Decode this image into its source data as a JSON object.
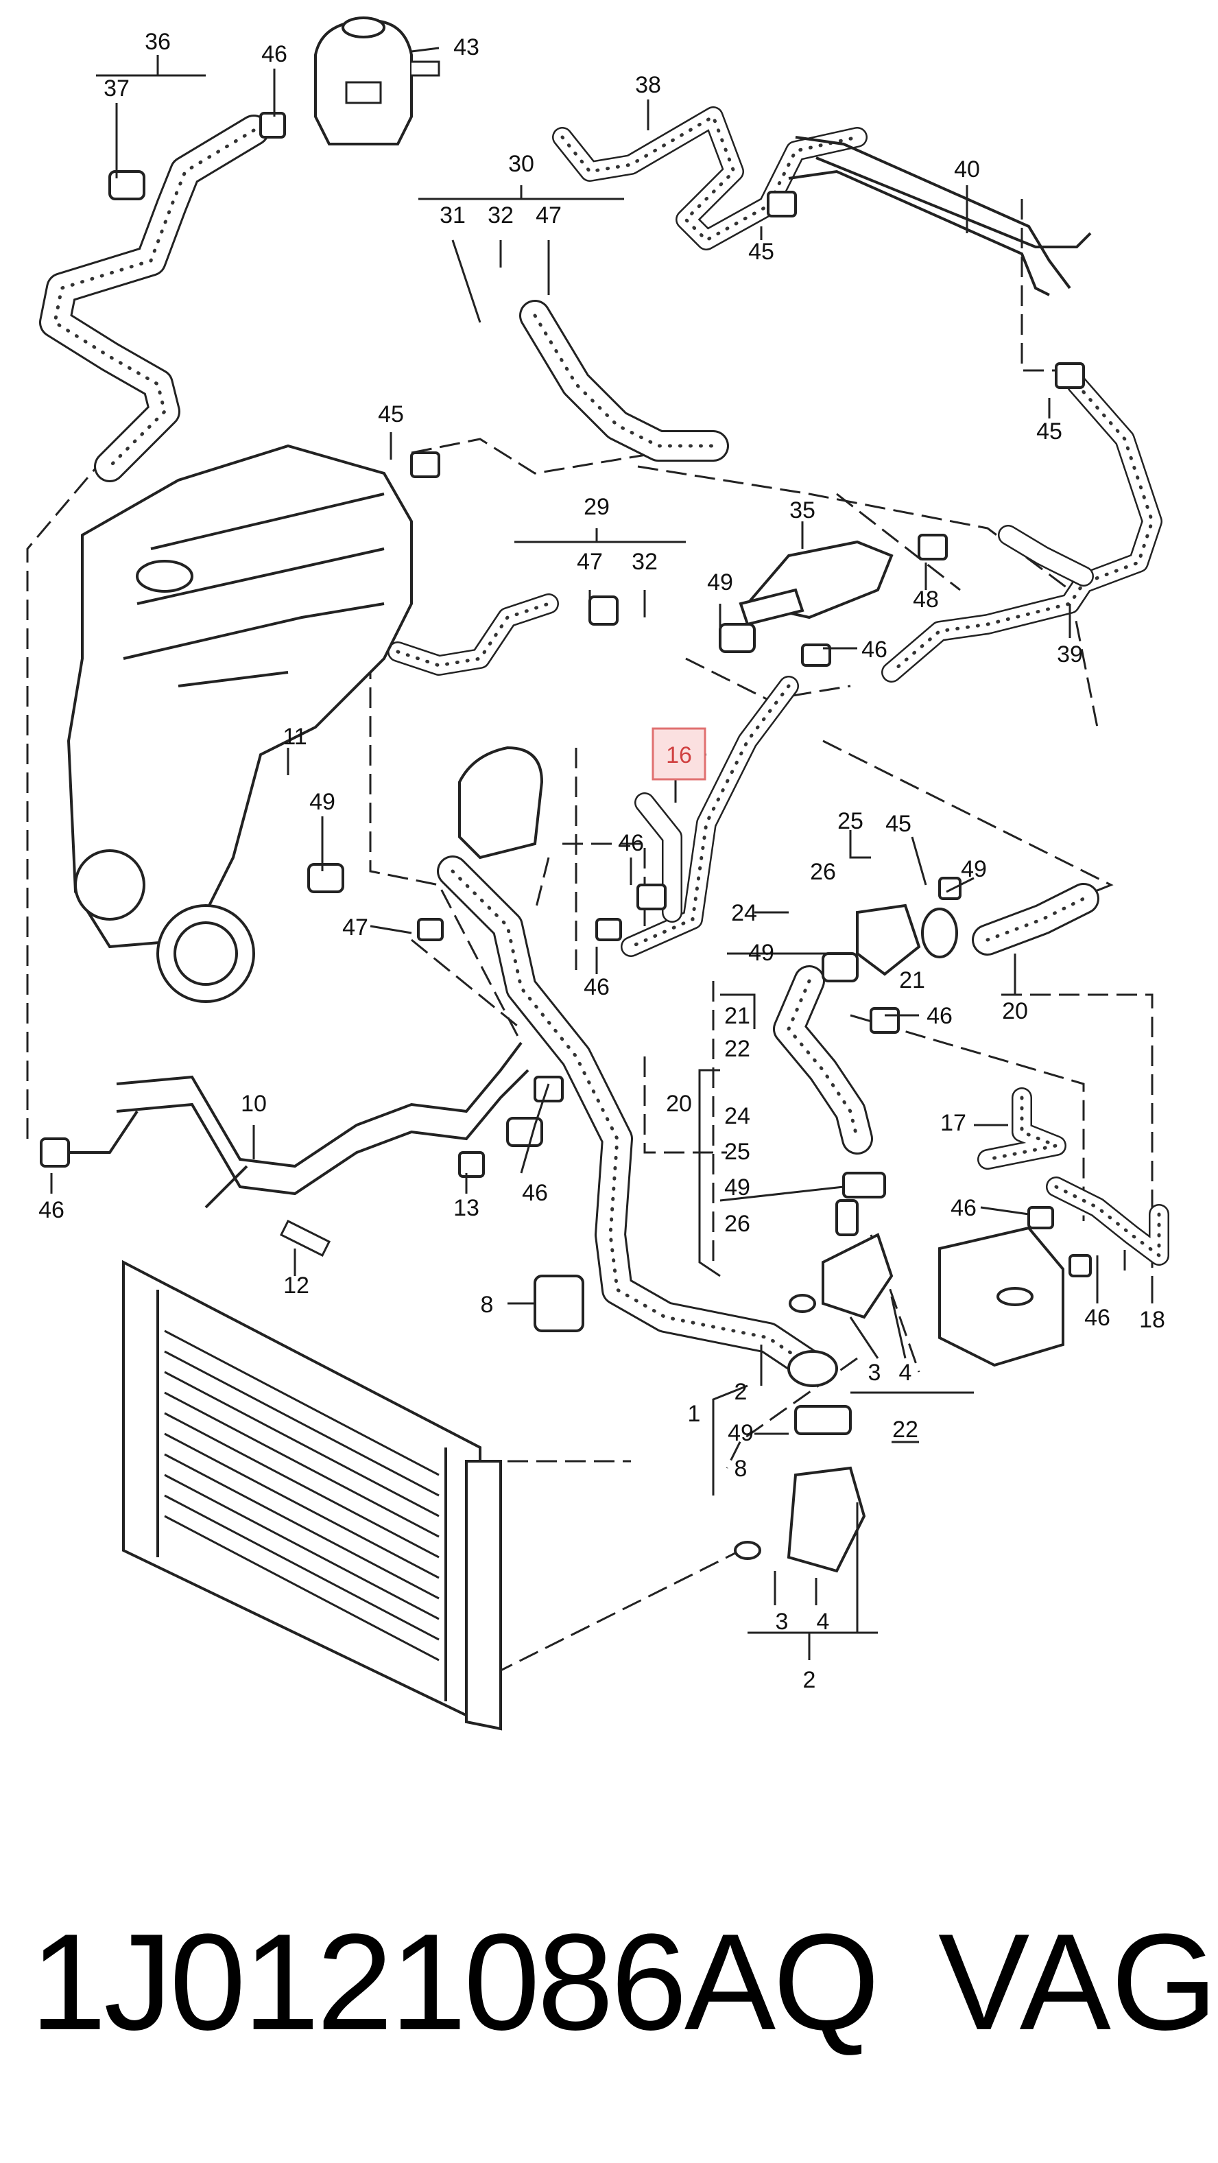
{
  "caption": {
    "part_number": "1J0121086AQ",
    "brand": "VAG"
  },
  "highlighted_callout": "16",
  "colors": {
    "highlight_fill": "#fbe0e0",
    "highlight_stroke": "#e07070",
    "highlight_text": "#d04040",
    "ink": "#222222"
  },
  "callouts": [
    {
      "id": "c36",
      "text": "36"
    },
    {
      "id": "c37",
      "text": "37"
    },
    {
      "id": "c46a",
      "text": "46"
    },
    {
      "id": "c43",
      "text": "43"
    },
    {
      "id": "c38",
      "text": "38"
    },
    {
      "id": "c30",
      "text": "30"
    },
    {
      "id": "c31",
      "text": "31"
    },
    {
      "id": "c32a",
      "text": "32"
    },
    {
      "id": "c47a",
      "text": "47"
    },
    {
      "id": "c40",
      "text": "40"
    },
    {
      "id": "c45a",
      "text": "45"
    },
    {
      "id": "c45b",
      "text": "45"
    },
    {
      "id": "c45c",
      "text": "45"
    },
    {
      "id": "c29",
      "text": "29"
    },
    {
      "id": "c47b",
      "text": "47"
    },
    {
      "id": "c32b",
      "text": "32"
    },
    {
      "id": "c49a",
      "text": "49"
    },
    {
      "id": "c35",
      "text": "35"
    },
    {
      "id": "c48",
      "text": "48"
    },
    {
      "id": "c46b",
      "text": "46"
    },
    {
      "id": "c39",
      "text": "39"
    },
    {
      "id": "c16",
      "text": "16"
    },
    {
      "id": "c11",
      "text": "11"
    },
    {
      "id": "c49b",
      "text": "49"
    },
    {
      "id": "c46c",
      "text": "46"
    },
    {
      "id": "c25",
      "text": "25"
    },
    {
      "id": "c45d",
      "text": "45"
    },
    {
      "id": "c26",
      "text": "26"
    },
    {
      "id": "c49c",
      "text": "49"
    },
    {
      "id": "c24",
      "text": "24"
    },
    {
      "id": "c47c",
      "text": "47"
    },
    {
      "id": "c46d",
      "text": "46"
    },
    {
      "id": "c49d",
      "text": "49"
    },
    {
      "id": "c21a",
      "text": "21"
    },
    {
      "id": "c46e",
      "text": "46"
    },
    {
      "id": "c20a",
      "text": "20"
    },
    {
      "id": "c21b",
      "text": "21"
    },
    {
      "id": "c22a",
      "text": "22"
    },
    {
      "id": "c20b",
      "text": "20"
    },
    {
      "id": "c24b",
      "text": "24"
    },
    {
      "id": "c25b",
      "text": "25"
    },
    {
      "id": "c49e",
      "text": "49"
    },
    {
      "id": "c26b",
      "text": "26"
    },
    {
      "id": "c17",
      "text": "17"
    },
    {
      "id": "c10",
      "text": "10"
    },
    {
      "id": "c46f",
      "text": "46"
    },
    {
      "id": "c13",
      "text": "13"
    },
    {
      "id": "c46g",
      "text": "46"
    },
    {
      "id": "c46h",
      "text": "46"
    },
    {
      "id": "c12",
      "text": "12"
    },
    {
      "id": "c46i",
      "text": "46"
    },
    {
      "id": "c18",
      "text": "18"
    },
    {
      "id": "c8",
      "text": "8"
    },
    {
      "id": "c3a",
      "text": "3"
    },
    {
      "id": "c4a",
      "text": "4"
    },
    {
      "id": "c22b",
      "text": "22"
    },
    {
      "id": "c2a",
      "text": "2"
    },
    {
      "id": "c1",
      "text": "1"
    },
    {
      "id": "c49f",
      "text": "49"
    },
    {
      "id": "c8b",
      "text": "8"
    },
    {
      "id": "c3b",
      "text": "3"
    },
    {
      "id": "c4b",
      "text": "4"
    },
    {
      "id": "c2b",
      "text": "2"
    }
  ]
}
